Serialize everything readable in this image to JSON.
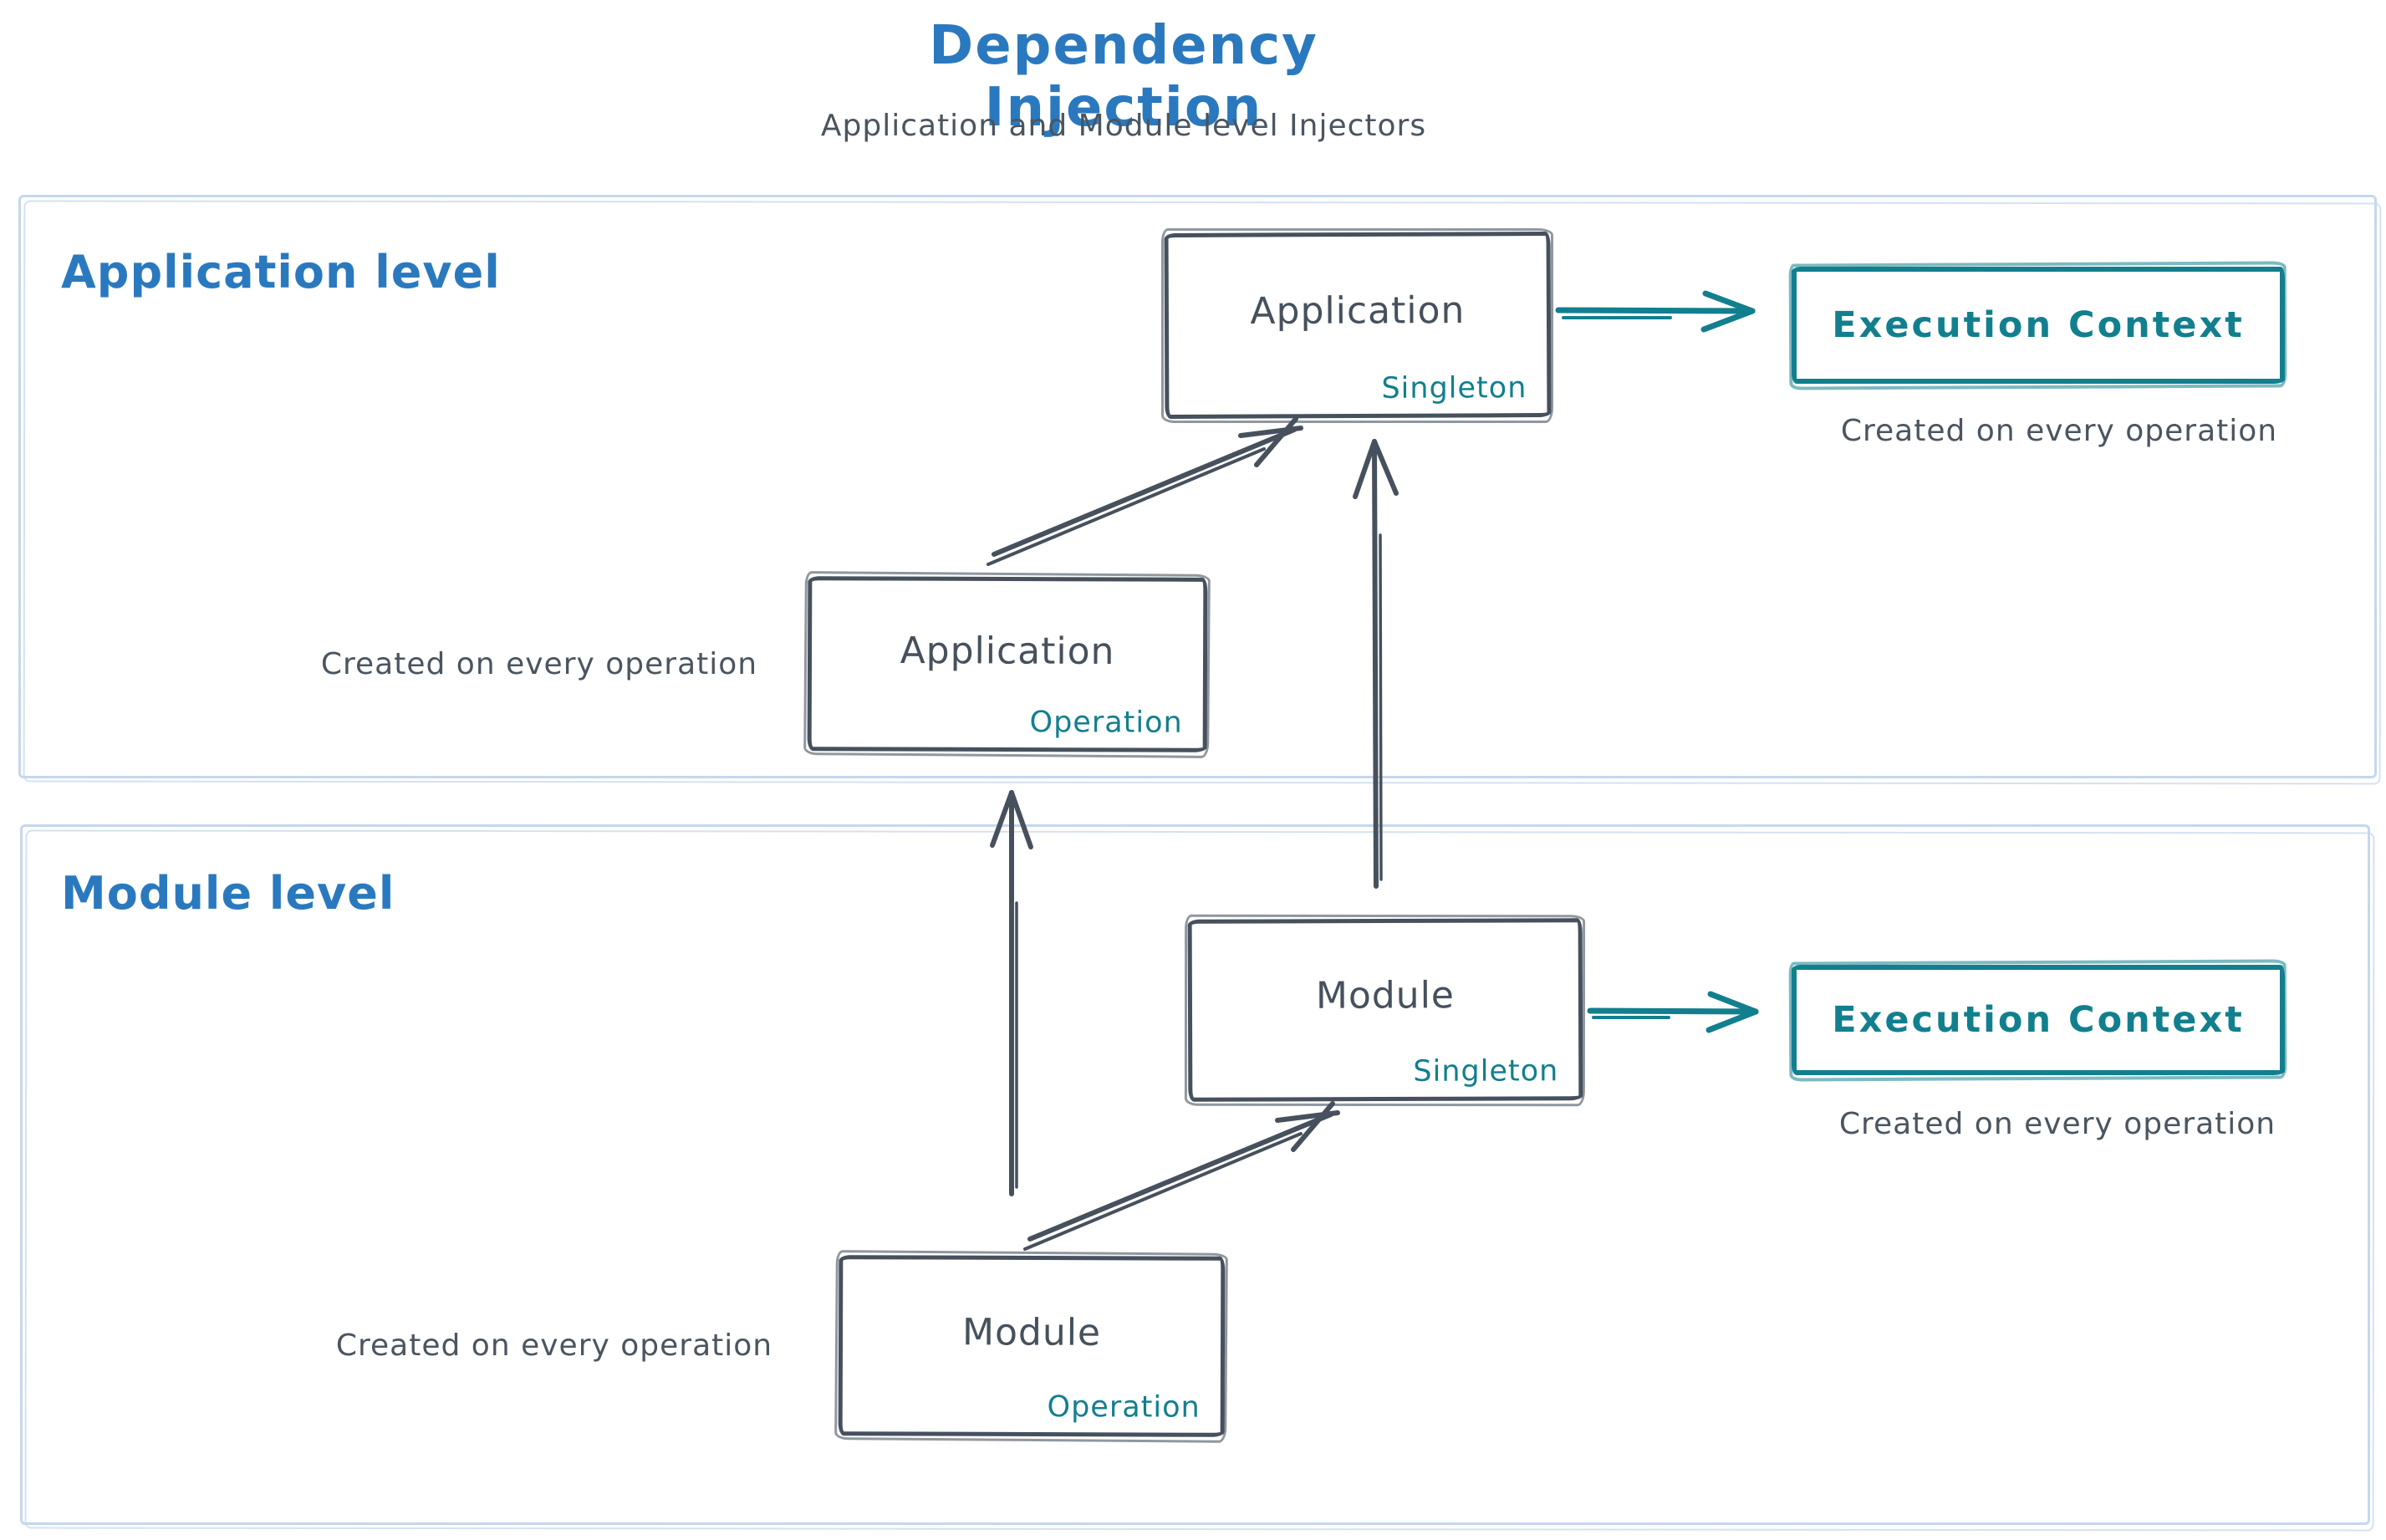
{
  "title": "Dependency Injection",
  "subtitle": "Application and Module level Injectors",
  "colors": {
    "heading_blue": "#2a79bf",
    "stroke_slate": "#46515d",
    "accent_teal": "#127f8e",
    "container_border": "#c5d7ec",
    "note_gray": "#4a5560",
    "background": "#ffffff"
  },
  "application": {
    "label": "Application level",
    "singleton": {
      "title": "Application",
      "tag": "Singleton"
    },
    "operation": {
      "title": "Application",
      "tag": "Operation"
    },
    "execution": "Execution Context",
    "execution_note": "Created on every operation",
    "operation_note": "Created on every operation"
  },
  "module": {
    "label": "Module level",
    "singleton": {
      "title": "Module",
      "tag": "Singleton"
    },
    "operation": {
      "title": "Module",
      "tag": "Operation"
    },
    "execution": "Execution Context",
    "execution_note": "Created on every operation",
    "operation_note": "Created on every operation"
  },
  "edges": [
    {
      "from": "Application Operation",
      "to": "Application Singleton"
    },
    {
      "from": "Module Singleton",
      "to": "Application Singleton"
    },
    {
      "from": "Module (operation level)",
      "to": "Application Operation"
    },
    {
      "from": "Module Operation",
      "to": "Module Singleton"
    },
    {
      "from": "Application Singleton",
      "to": "Execution Context (application)"
    },
    {
      "from": "Module Singleton",
      "to": "Execution Context (module)"
    }
  ]
}
